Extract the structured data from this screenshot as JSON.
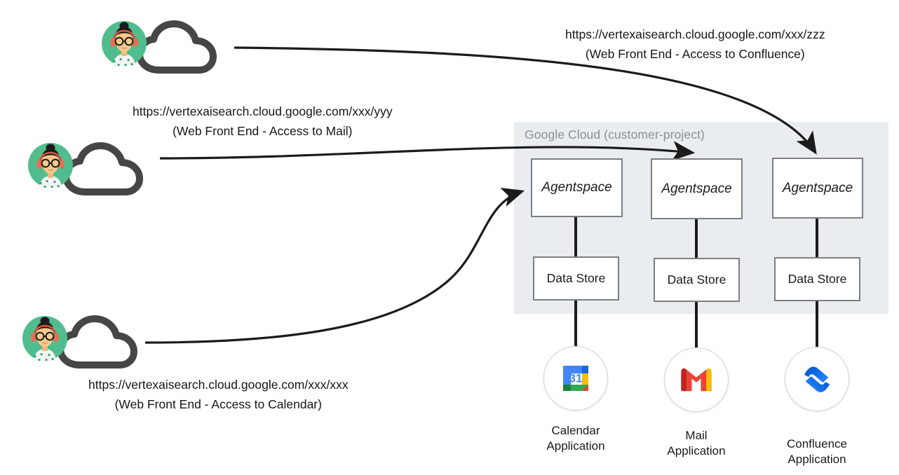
{
  "diagram": {
    "title": "Agentspace multi-datastore access architecture",
    "background": "#ffffff"
  },
  "container": {
    "label": "Google Cloud (customer-project)",
    "fill": "#e9edf0",
    "label_color": "#8b9095"
  },
  "users": [
    {
      "id": "user-confluence",
      "icon": "user-cloud-icon",
      "avatar_icon": "user-avatar-icon",
      "cloud_icon": "cloud-icon",
      "url": "https://vertexaisearch.cloud.google.com/xxx/zzz",
      "subtitle": "(Web Front End - Access to Confluence)"
    },
    {
      "id": "user-mail",
      "icon": "user-cloud-icon",
      "avatar_icon": "user-avatar-icon",
      "cloud_icon": "cloud-icon",
      "url": "https://vertexaisearch.cloud.google.com/xxx/yyy",
      "subtitle": "(Web Front End - Access to Mail)"
    },
    {
      "id": "user-calendar",
      "icon": "user-cloud-icon",
      "avatar_icon": "user-avatar-icon",
      "cloud_icon": "cloud-icon",
      "url": "https://vertexaisearch.cloud.google.com/xxx/xxx",
      "subtitle": "(Web Front End - Access to Calendar)"
    }
  ],
  "columns": [
    {
      "id": "calendar-column",
      "agentspace_label": "Agentspace",
      "datastore_label": "Data Store",
      "app_icon": "google-calendar-icon",
      "app_icon_text": "31",
      "app_label_line1": "Calendar",
      "app_label_line2": "Application"
    },
    {
      "id": "mail-column",
      "agentspace_label": "Agentspace",
      "datastore_label": "Data Store",
      "app_icon": "gmail-icon",
      "app_icon_text": "",
      "app_label_line1": "Mail",
      "app_label_line2": "Application"
    },
    {
      "id": "confluence-column",
      "agentspace_label": "Agentspace",
      "datastore_label": "Data Store",
      "app_icon": "confluence-icon",
      "app_icon_text": "",
      "app_label_line1": "Confluence",
      "app_label_line2": "Application"
    }
  ],
  "colors": {
    "box_border": "#7c8084",
    "connector": "#1b1b1b",
    "cloud_glyph": "#464646",
    "avatar_bg": "#51bd8e",
    "gmail_red": "#ea4335",
    "gmail_blue": "#4285f4",
    "gmail_green": "#34a853",
    "gmail_yellow": "#fbbc04",
    "confluence_dark": "#1558d6",
    "confluence_light": "#2684ff",
    "calendar_blue": "#4285f4",
    "calendar_green": "#34a853",
    "calendar_yellow": "#fbbc04",
    "calendar_red": "#ea4335"
  }
}
